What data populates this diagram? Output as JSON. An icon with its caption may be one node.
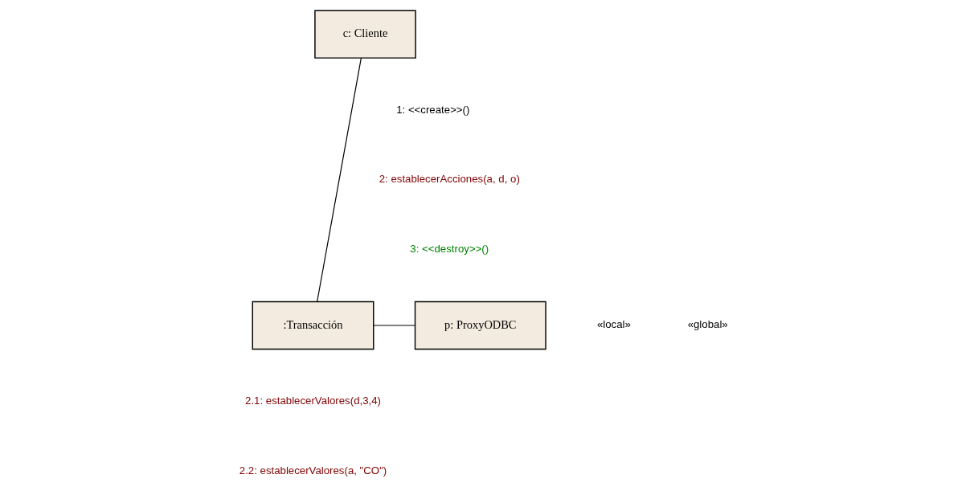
{
  "diagram": {
    "nodes": [
      {
        "text": [
          "c: Cliente"
        ]
      },
      {
        "text": [
          ":Transacción"
        ]
      },
      {
        "text": [
          "p: ProxyODBC"
        ]
      }
    ],
    "edges": [
      {
        "from": 0,
        "to": 1,
        "arrow": "none"
      },
      {
        "from": 1,
        "to": 2,
        "arrow": "none"
      }
    ],
    "labels": [
      "1: <<create>>()",
      "2: establecerAcciones(a, d, o)",
      "3: <<destroy>>()",
      "«local»",
      "«global»",
      "2.1: establecerValores(d,3,4)",
      "2.2: establecerValores(a, \"CO\")"
    ]
  }
}
